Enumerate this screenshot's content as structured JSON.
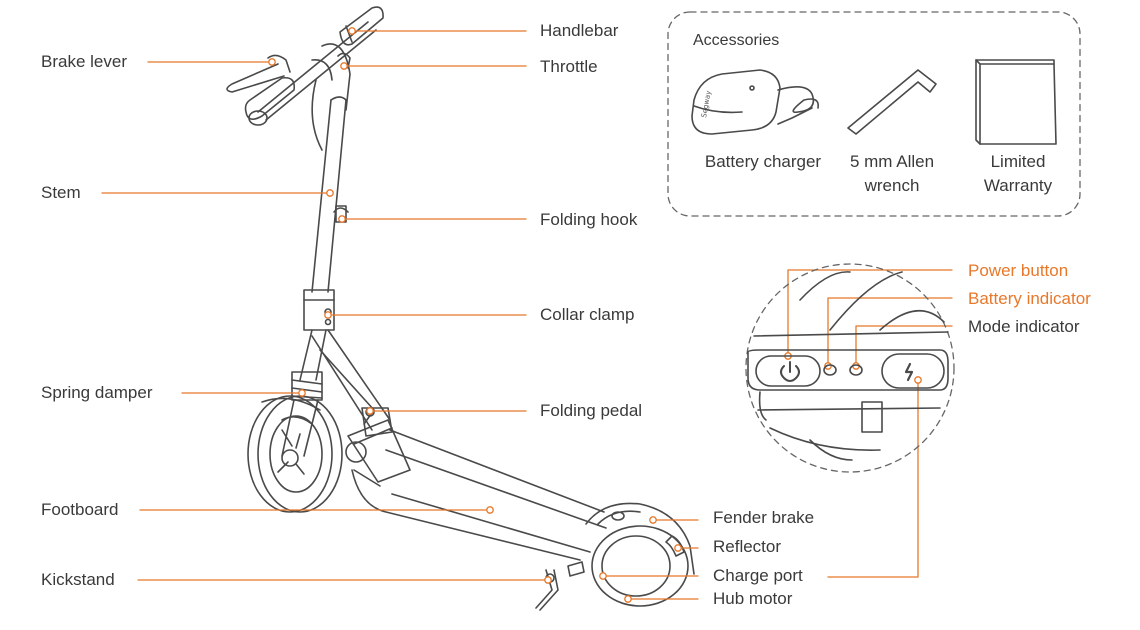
{
  "labels": {
    "brake_lever": "Brake lever",
    "stem": "Stem",
    "spring_damper": "Spring damper",
    "footboard": "Footboard",
    "kickstand": "Kickstand",
    "handlebar": "Handlebar",
    "throttle": "Throttle",
    "folding_hook": "Folding hook",
    "collar_clamp": "Collar clamp",
    "folding_pedal": "Folding pedal",
    "fender_brake": "Fender brake",
    "reflector": "Reflector",
    "charge_port": "Charge port",
    "hub_motor": "Hub motor",
    "power_button": "Power button",
    "battery_indicator": "Battery indicator",
    "mode_indicator": "Mode indicator"
  },
  "accessories": {
    "title": "Accessories",
    "charger": "Battery charger",
    "wrench_line1": "5 mm Allen",
    "wrench_line2": "wrench",
    "warranty_line1": "Limited",
    "warranty_line2": "Warranty",
    "charger_brand": "Segway"
  },
  "colors": {
    "accent": "#e8782a",
    "line_art": "#4a4a4a",
    "text": "#3a3a3a"
  }
}
